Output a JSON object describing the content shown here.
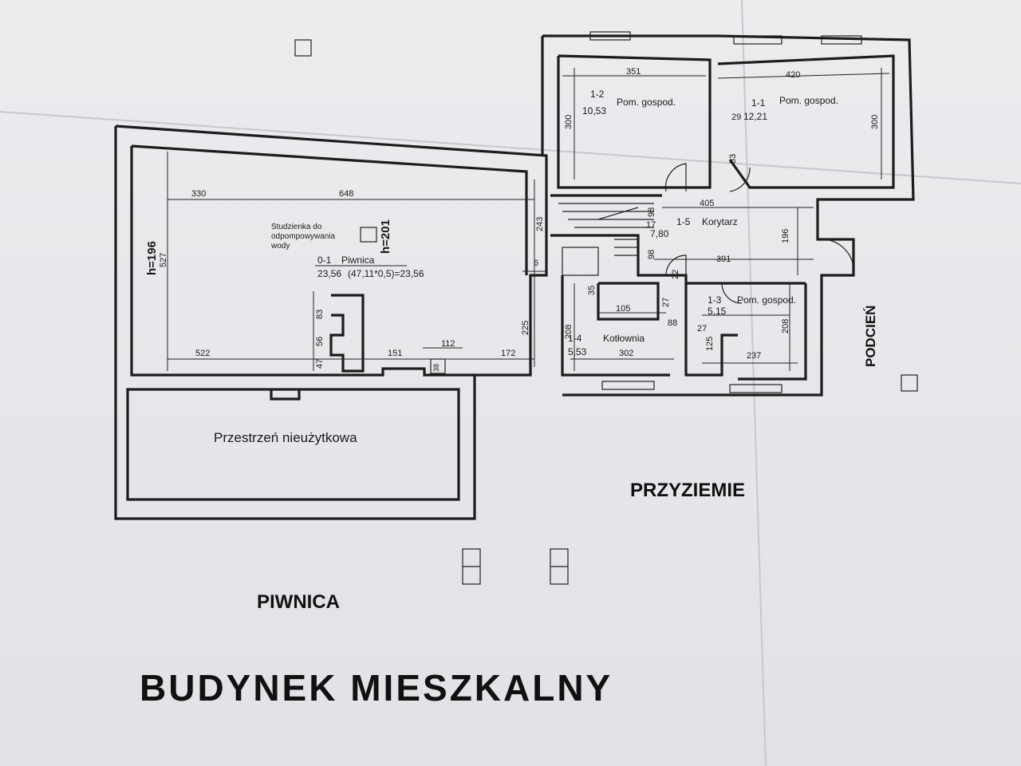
{
  "title": "BUDYNEK MIESZKALNY",
  "sections": {
    "basement": "PIWNICA",
    "ground_floor": "PRZYZIEMIE",
    "porch": "PODCIEŃ"
  },
  "basement": {
    "room_id": "0-1",
    "room_name": "Piwnica",
    "area": "23,56",
    "area_calc": "(47,11*0,5)=23,56",
    "sump_label": [
      "Studzienka do",
      "odpompowywania",
      "wody"
    ],
    "height_left": "h=196",
    "height_right": "h=201",
    "unused_space": "Przestrzeń nieużytkowa"
  },
  "rooms": [
    {
      "id": "1-1",
      "name": "Pom. gospod.",
      "area": "12,21"
    },
    {
      "id": "1-2",
      "name": "Pom. gospod.",
      "area": "10,53"
    },
    {
      "id": "1-3",
      "name": "Pom. gospod.",
      "area": "5,15"
    },
    {
      "id": "1-4",
      "name": "Kotłownia",
      "area": "5,53"
    },
    {
      "id": "1-5",
      "name": "Korytarz",
      "area": "7,80"
    }
  ],
  "dimensions": {
    "d330": "330",
    "d648": "648",
    "d527": "527",
    "d243": "243",
    "d225": "225",
    "d522": "522",
    "d151": "151",
    "d112": "112",
    "d172": "172",
    "d83": "83",
    "d56": "56",
    "d47": "47",
    "d6": "6",
    "d38": "38",
    "d351": "351",
    "d420": "420",
    "d300a": "300",
    "d300b": "300",
    "d29": "29",
    "d83b": "83",
    "d405": "405",
    "d98a": "98",
    "d17": "17",
    "d196": "196",
    "d391": "391",
    "d98b": "98",
    "d22": "22",
    "d35": "35",
    "d105": "105",
    "d88": "88",
    "d27a": "27",
    "d27b": "27",
    "d208a": "208",
    "d208b": "208",
    "d125": "125",
    "d302": "302",
    "d237": "237"
  }
}
